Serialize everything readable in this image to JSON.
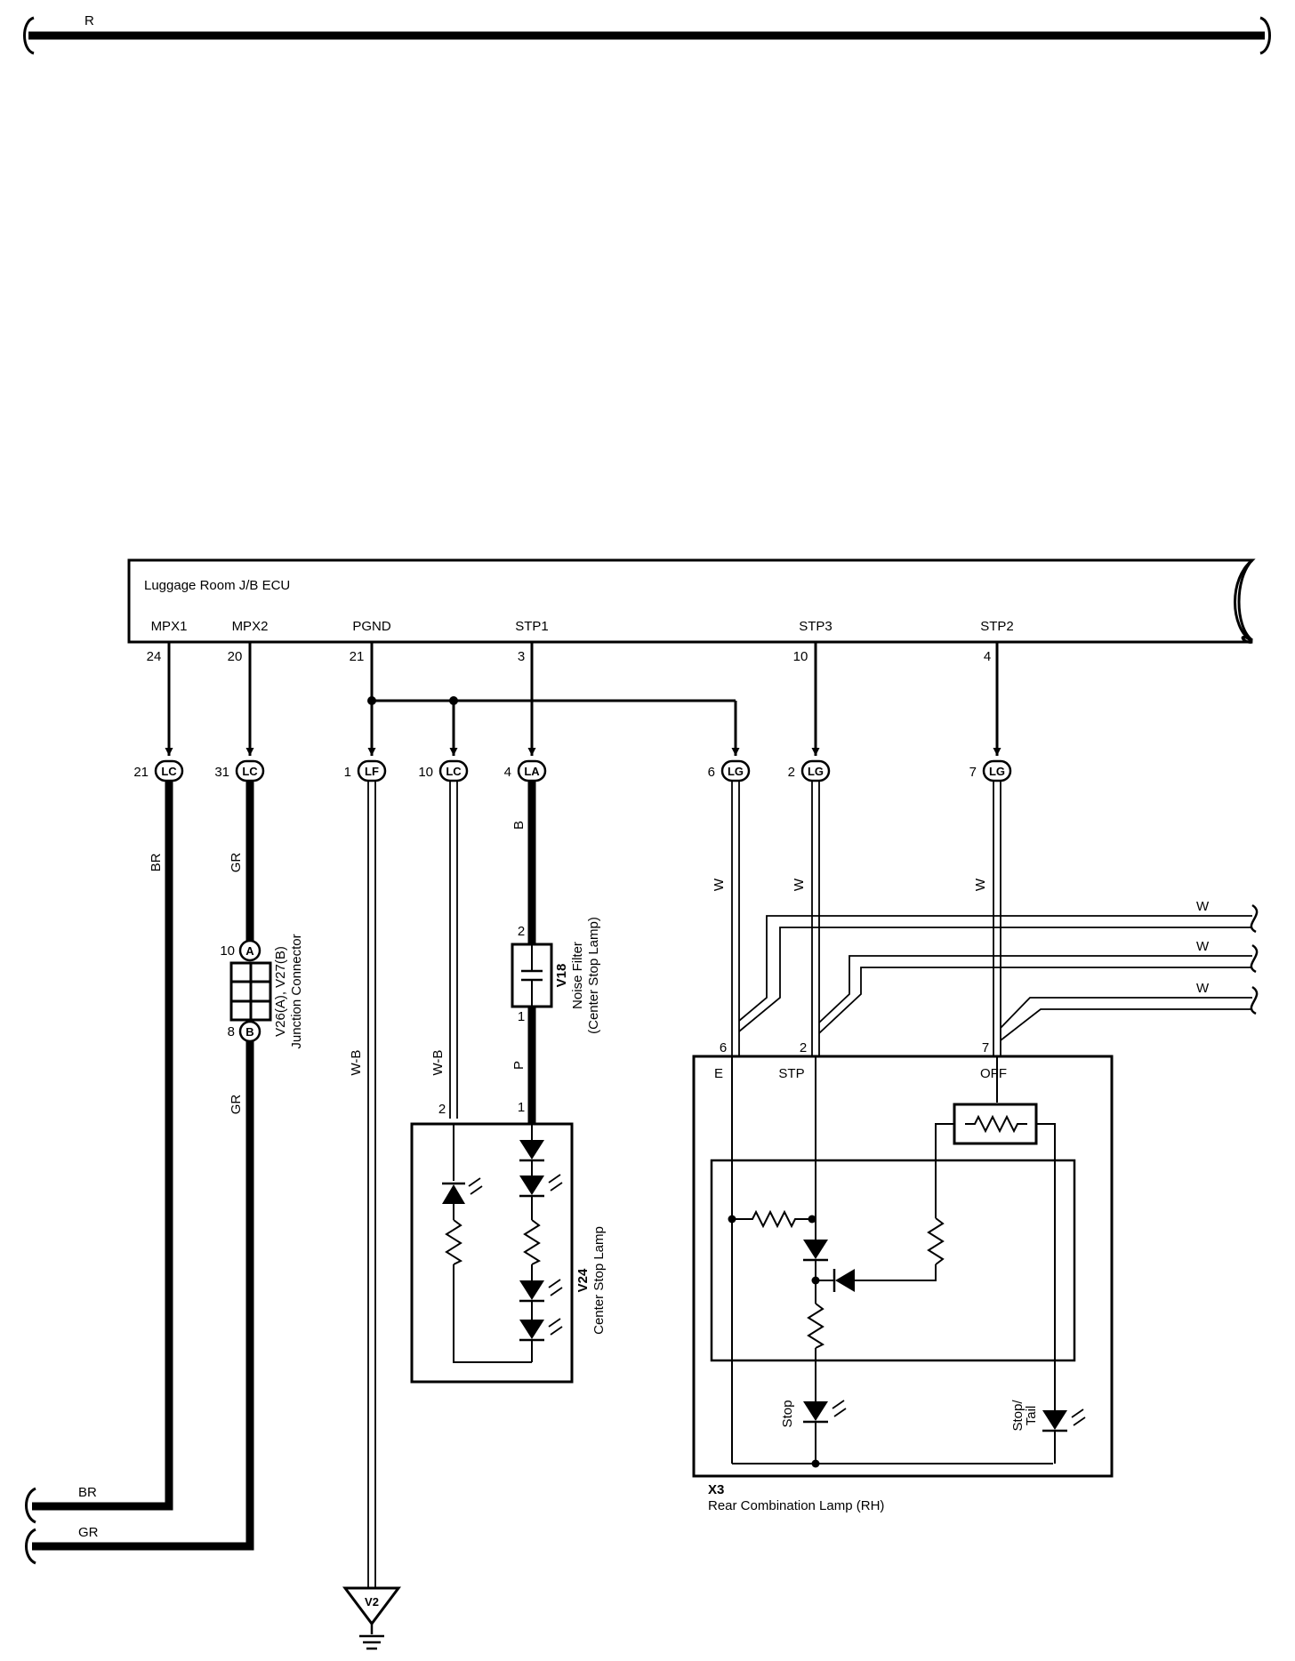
{
  "top_bus": {
    "label": "R"
  },
  "ecu": {
    "title": "Luggage Room J/B ECU",
    "terminals": [
      {
        "name": "MPX1",
        "pin": "24"
      },
      {
        "name": "MPX2",
        "pin": "20"
      },
      {
        "name": "PGND",
        "pin": "21"
      },
      {
        "name": "STP1",
        "pin": "3"
      },
      {
        "name": "STP3",
        "pin": "10"
      },
      {
        "name": "STP2",
        "pin": "4"
      }
    ]
  },
  "connectors": [
    {
      "pin": "21",
      "code": "LC"
    },
    {
      "pin": "31",
      "code": "LC"
    },
    {
      "pin": "1",
      "code": "LF"
    },
    {
      "pin": "10",
      "code": "LC"
    },
    {
      "pin": "4",
      "code": "LA"
    },
    {
      "pin": "6",
      "code": "LG"
    },
    {
      "pin": "2",
      "code": "LG"
    },
    {
      "pin": "7",
      "code": "LG"
    }
  ],
  "wire_colors": {
    "mpx1": "BR",
    "mpx2_upper": "GR",
    "mpx2_lower": "GR",
    "pgnd": "W-B",
    "lamp_ground": "W-B",
    "stp1_upper": "B",
    "stp1_lower": "P",
    "e": "W",
    "stp": "W",
    "off": "W",
    "right_1": "W",
    "right_2": "W",
    "right_3": "W",
    "bottom_br": "BR",
    "bottom_gr": "GR"
  },
  "junction": {
    "label": "V26(A), V27(B)",
    "desc": "Junction Connector",
    "pin_a": "10",
    "code_a": "A",
    "pin_b": "8",
    "code_b": "B"
  },
  "noise_filter": {
    "code": "V18",
    "desc1": "Noise Filter",
    "desc2": "(Center Stop Lamp)",
    "pin_top": "2",
    "pin_bottom": "1"
  },
  "center_lamp": {
    "code": "V24",
    "desc": "Center Stop Lamp",
    "pin_ground": "2",
    "pin_power": "1"
  },
  "rear_lamp": {
    "code": "X3",
    "desc": "Rear Combination Lamp (RH)",
    "term_e": "E",
    "term_stp": "STP",
    "term_off": "OFF",
    "pin_e": "6",
    "pin_stp": "2",
    "pin_off": "7",
    "stop_label": "Stop",
    "stoptail_line1": "Stop/",
    "stoptail_line2": "Tail"
  },
  "ground": {
    "code": "V2"
  }
}
